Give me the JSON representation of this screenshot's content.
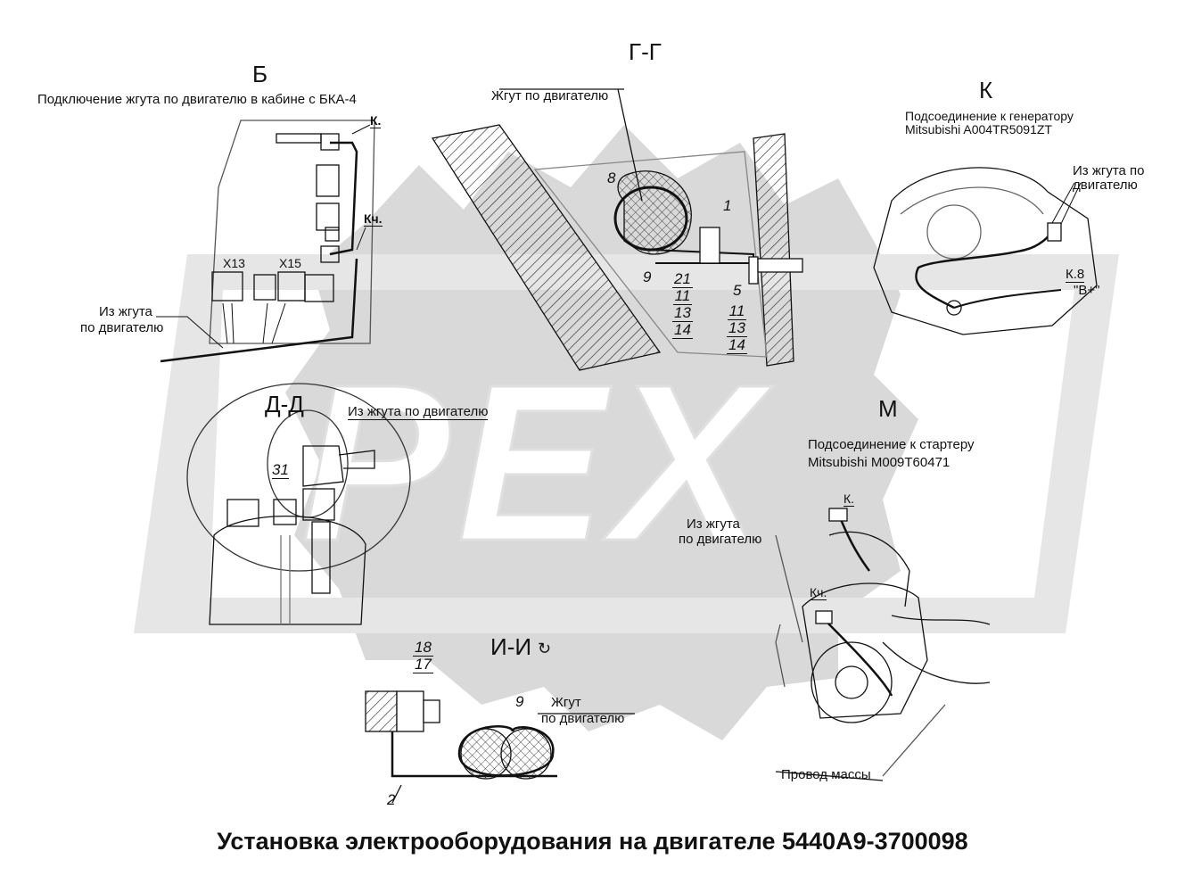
{
  "title": "Установка электрооборудования на двигателе 5440А9-3700098",
  "sections": {
    "B": {
      "letter": "Б",
      "caption": "Подключение жгута по двигателю в кабине с БКА-4",
      "k_label": "К.",
      "kch_label": "Кч.",
      "x13": "Х13",
      "x15": "Х15",
      "harness": "Из жгута",
      "harness2": "по двигателю"
    },
    "GG": {
      "letter": "Г-Г",
      "harness_label": "Жгут по двигателю",
      "n8": "8",
      "n1": "1",
      "n9": "9",
      "n5": "5",
      "stack_left": [
        "21",
        "11",
        "13",
        "14"
      ],
      "stack_right": [
        "11",
        "13",
        "14"
      ]
    },
    "K": {
      "letter": "К",
      "caption1": "Подсоединение к генератору",
      "caption2": "Mitsubishi A004TR5091ZT",
      "harness1": "Из жгута по",
      "harness2": "двигателю",
      "k8": "К.8",
      "bplus": "\"В+\""
    },
    "DD": {
      "letter": "Д-Д",
      "harness": "Из жгута по двигателю",
      "n31": "31"
    },
    "M": {
      "letter": "М",
      "caption1": "Подсоединение к стартеру",
      "caption2": "Mitsubishi M009T60471",
      "harness1": "Из жгута",
      "harness2": "по двигателю",
      "k_label": "К.",
      "kch_label": "Кч.",
      "ground": "Провод массы"
    },
    "II": {
      "letter": "И-И",
      "n18": "18",
      "n17": "17",
      "n9": "9",
      "n2": "2",
      "harness1": "Жгут",
      "harness2": "по двигателю"
    }
  },
  "watermark": "PEX"
}
